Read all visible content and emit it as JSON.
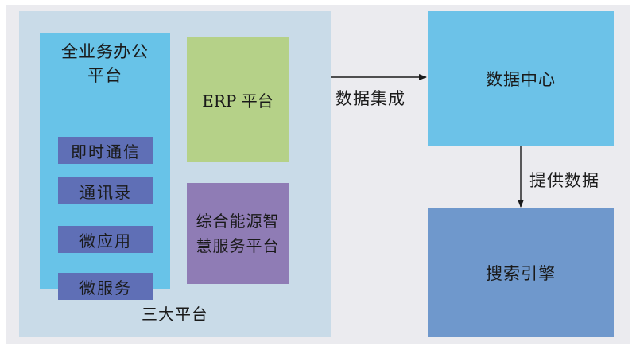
{
  "diagram": {
    "three_platforms": {
      "label": "三大平台",
      "office": {
        "title_line1": "全业务办公",
        "title_line2": "平台",
        "items": [
          {
            "label": "即时通信"
          },
          {
            "label": "通讯录"
          },
          {
            "label": "微应用"
          },
          {
            "label": "微服务"
          }
        ]
      },
      "erp": {
        "label": "ERP 平台"
      },
      "energy": {
        "line1": "综合能源智",
        "line2": "慧服务平台"
      }
    },
    "data_center": {
      "label": "数据中心"
    },
    "search_engine": {
      "label": "搜索引擎"
    },
    "edges": {
      "integration": {
        "label": "数据集成"
      },
      "provide": {
        "label": "提供数据"
      }
    },
    "colors": {
      "background": "#ebebef",
      "container": "#c9dbe8",
      "office": "#68c3e8",
      "sub_item": "#5f6fb6",
      "erp": "#b5d188",
      "energy": "#8f7cb5",
      "data_center": "#6cc2e8",
      "search_engine": "#6f98cc"
    }
  }
}
